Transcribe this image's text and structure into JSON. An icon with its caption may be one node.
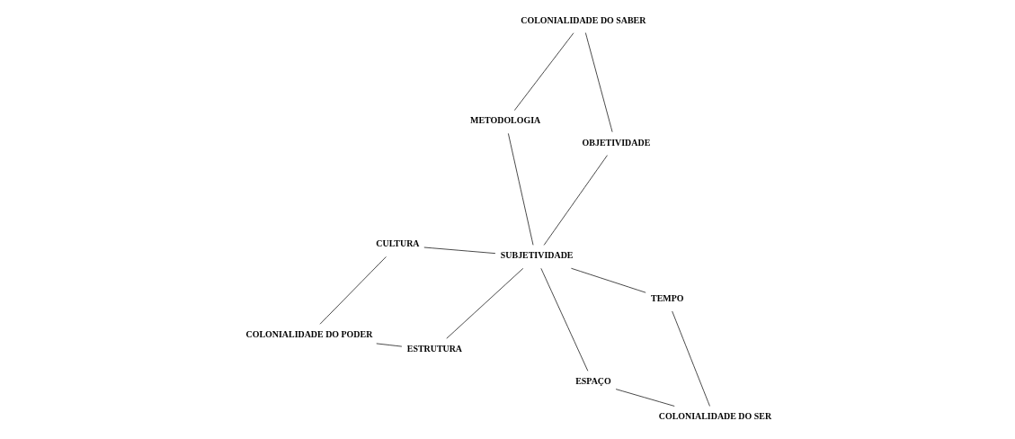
{
  "diagram": {
    "nodes": [
      {
        "text": [
          "ESTRUTURA"
        ]
      },
      {
        "text": [
          "OBJETIVIDADE"
        ]
      },
      {
        "text": [
          "COLONIALIDADE DO PODER"
        ]
      },
      {
        "text": [
          "SUBJETIVIDADE"
        ]
      },
      {
        "text": [
          "COLONIALIDADE DO SABER"
        ]
      },
      {
        "text": [
          "CULTURA"
        ]
      },
      {
        "text": [
          "METODOLOGIA"
        ]
      },
      {
        "text": [
          "TEMPO"
        ]
      },
      {
        "text": [
          "ESPAÇO"
        ]
      },
      {
        "text": [
          "COLONIALIDADE DO SER"
        ]
      }
    ],
    "edges": [
      {
        "from": 0,
        "to": 2,
        "arrow": "none"
      },
      {
        "from": 0,
        "to": 3,
        "arrow": "none"
      },
      {
        "from": 2,
        "to": 5,
        "arrow": "none"
      },
      {
        "from": 5,
        "to": 3,
        "arrow": "none"
      },
      {
        "from": 3,
        "to": 1,
        "arrow": "none"
      },
      {
        "from": 1,
        "to": 4,
        "arrow": "none"
      },
      {
        "from": 3,
        "to": 6,
        "arrow": "none"
      },
      {
        "from": 6,
        "to": 4,
        "arrow": "none"
      },
      {
        "from": 3,
        "to": 7,
        "arrow": "none"
      },
      {
        "from": 3,
        "to": 8,
        "arrow": "none"
      },
      {
        "from": 7,
        "to": 9,
        "arrow": "none"
      },
      {
        "from": 8,
        "to": 9,
        "arrow": "none"
      }
    ]
  }
}
